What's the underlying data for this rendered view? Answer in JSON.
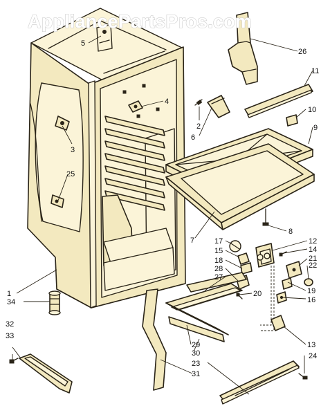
{
  "watermark": "AppliancePartsPros.com",
  "colors": {
    "part_fill": "#f3e9bf",
    "ink": "#2a2418",
    "background": "#ffffff"
  },
  "callouts": {
    "c1": "1",
    "c2": "2",
    "c3": "3",
    "c4": "4",
    "c5": "5",
    "c6": "6",
    "c7": "7",
    "c8": "8",
    "c9": "9",
    "c10": "10",
    "c11": "11",
    "c12": "12",
    "c13": "13",
    "c14": "14",
    "c15": "15",
    "c16": "16",
    "c17": "17",
    "c18": "18",
    "c19": "19",
    "c20": "20",
    "c21": "21",
    "c22": "22",
    "c23": "23",
    "c24": "24",
    "c25": "25",
    "c26": "26",
    "c27": "27",
    "c28": "28",
    "c29": "29",
    "c30": "30",
    "c31": "31",
    "c32": "32",
    "c33": "33",
    "c34": "34"
  }
}
